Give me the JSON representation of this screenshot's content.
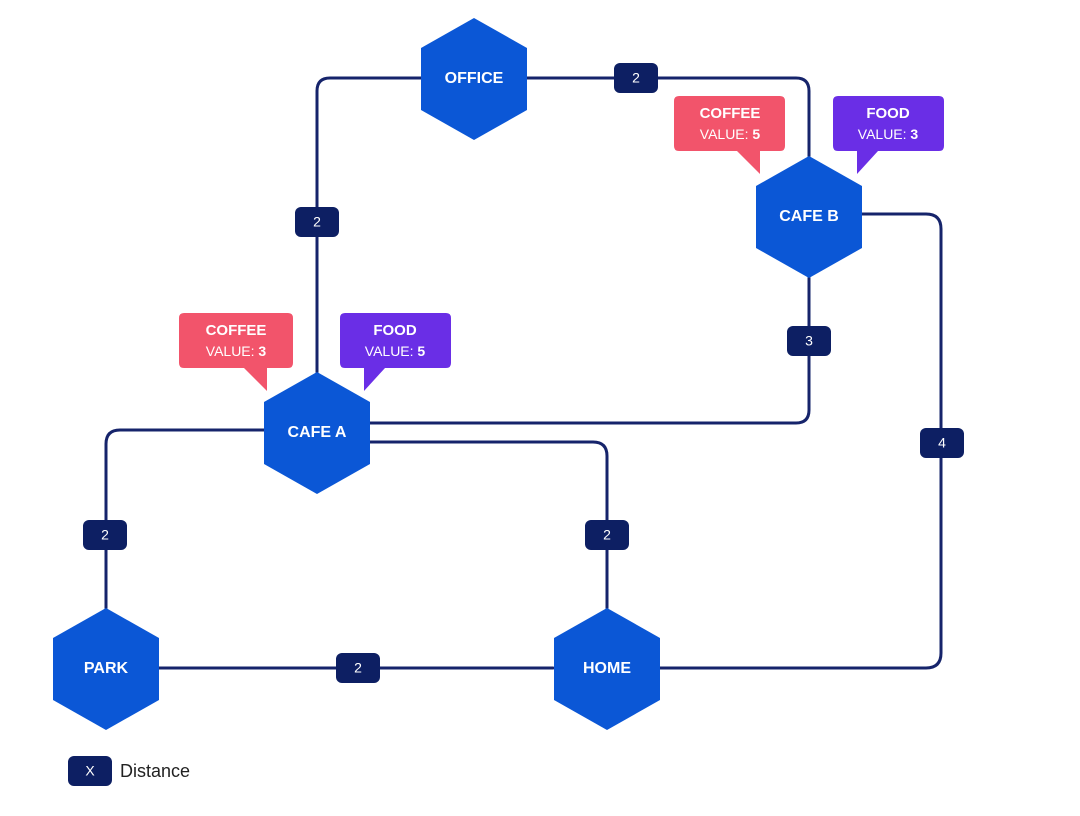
{
  "colors": {
    "node": "#0b57d6",
    "edge": "#16246b",
    "badge": "#0d1f63",
    "coffee_tag": "#f2546b",
    "food_tag": "#6a2ee6"
  },
  "nodes": {
    "office": {
      "label": "OFFICE"
    },
    "cafe_b": {
      "label": "CAFE B"
    },
    "cafe_a": {
      "label": "CAFE A"
    },
    "park": {
      "label": "PARK"
    },
    "home": {
      "label": "HOME"
    }
  },
  "edges": {
    "office_cafe_b": {
      "distance": "2"
    },
    "office_cafe_a": {
      "distance": "2"
    },
    "cafe_b_cafe_a": {
      "distance": "3"
    },
    "cafe_b_home": {
      "distance": "4"
    },
    "cafe_a_park": {
      "distance": "2"
    },
    "cafe_a_home": {
      "distance": "2"
    },
    "park_home": {
      "distance": "2"
    }
  },
  "tags": {
    "cafe_a_coffee": {
      "heading": "COFFEE",
      "value_label": "VALUE:",
      "value": "3"
    },
    "cafe_a_food": {
      "heading": "FOOD",
      "value_label": "VALUE:",
      "value": "5"
    },
    "cafe_b_coffee": {
      "heading": "COFFEE",
      "value_label": "VALUE:",
      "value": "5"
    },
    "cafe_b_food": {
      "heading": "FOOD",
      "value_label": "VALUE:",
      "value": "3"
    }
  },
  "legend": {
    "symbol": "X",
    "label": "Distance"
  }
}
